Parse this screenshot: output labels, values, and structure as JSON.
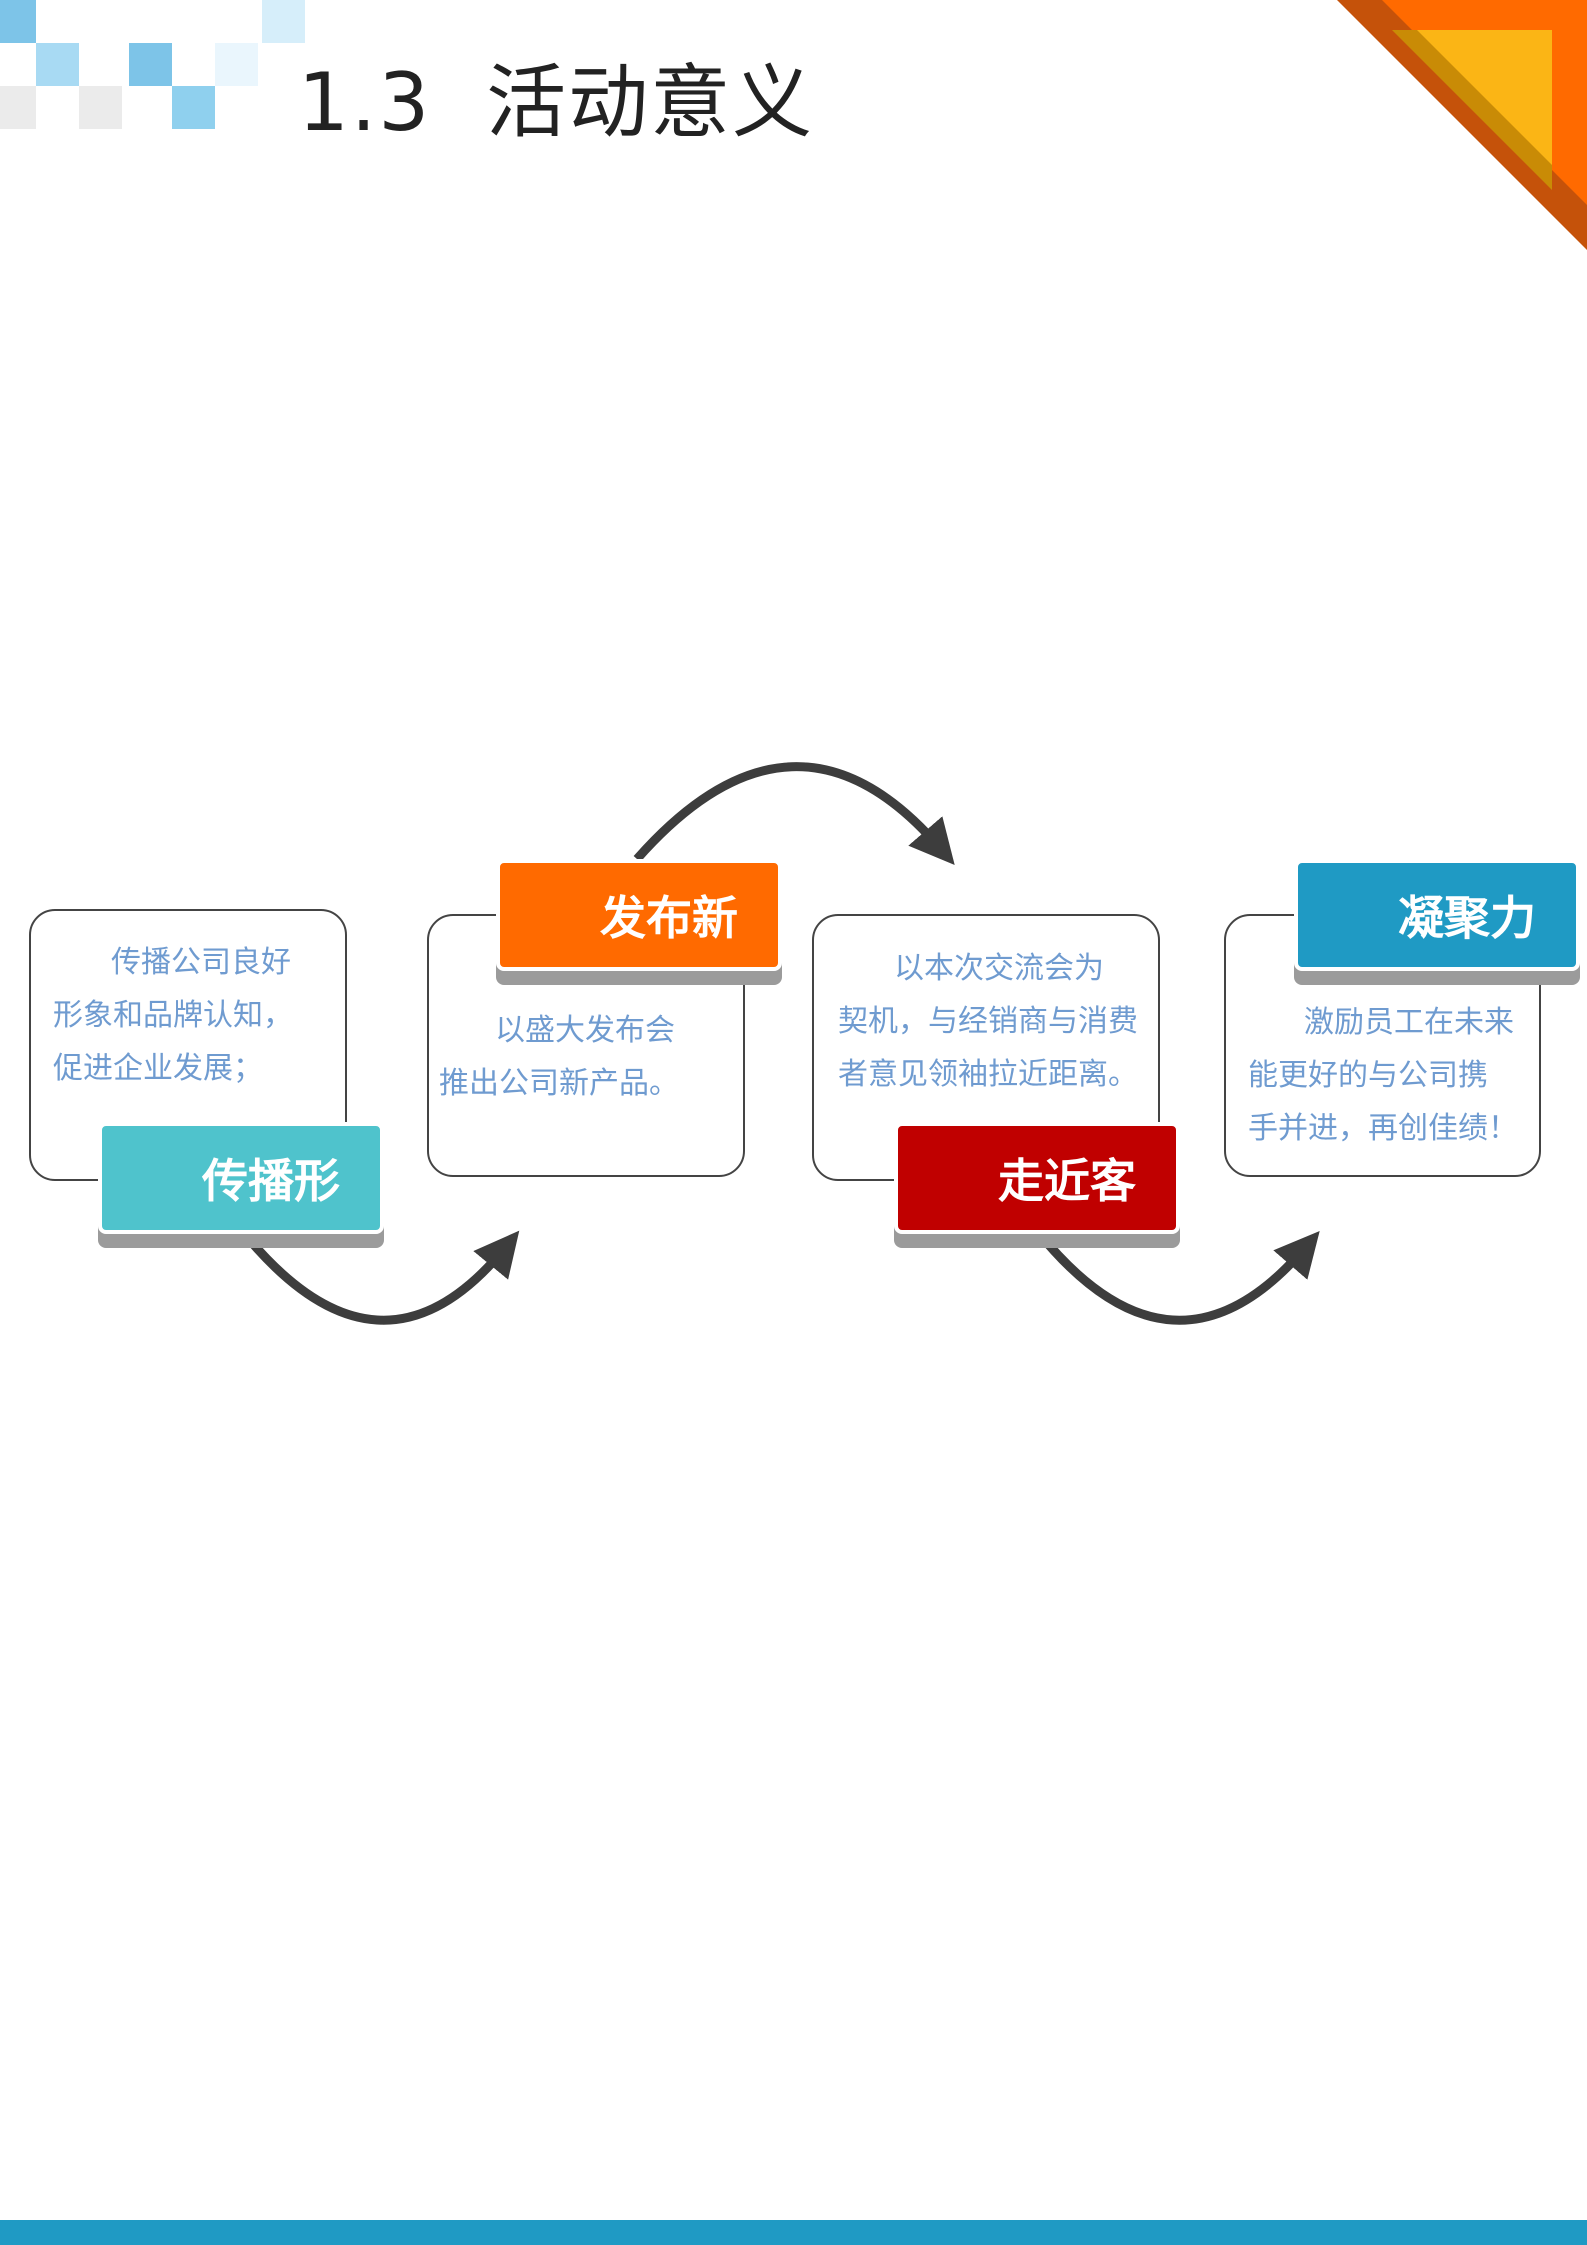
{
  "title": "1.3  活动意义",
  "colors": {
    "accent_bar": "#1f9ac4",
    "body_text": "#6f9bd0",
    "tile_blue": "#7dc4e8",
    "tile_light": "#a8daf3",
    "tile_pale": "#d6eefa",
    "tile_grey": "#ebebeb",
    "corner_orange": "#ff6a00",
    "corner_yellow": "#fbb515"
  },
  "steps": [
    {
      "label": "传播形",
      "color": "#4fc3cc",
      "lines": [
        "传播公司良好",
        "形象和品牌认知，",
        "促进企业发展；"
      ]
    },
    {
      "label": "发布新",
      "color": "#ff6a00",
      "lines": [
        "以盛大发布会",
        "推出公司新产品。"
      ]
    },
    {
      "label": "走近客",
      "color": "#c00000",
      "lines": [
        "以本次交流会为",
        "契机，与经销商与消费",
        "者意见领袖拉近距离。"
      ]
    },
    {
      "label": "凝聚力",
      "color": "#1f9ac4",
      "lines": [
        "激励员工在未来",
        "能更好的与公司携",
        "手并进，再创佳绩！"
      ]
    }
  ]
}
